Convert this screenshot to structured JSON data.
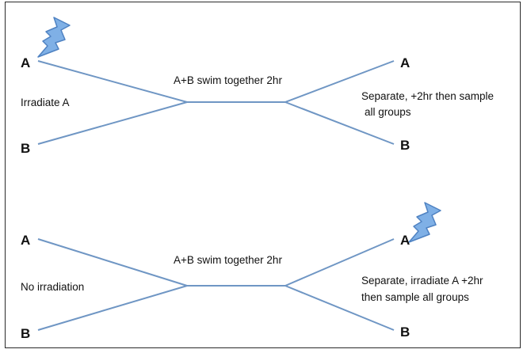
{
  "colors": {
    "line": "#6f96c4",
    "bolt_fill": "#7fb0e6",
    "bolt_stroke": "#4f82c2",
    "text": "#111111",
    "border": "#2a2a2a"
  },
  "panel_top": {
    "left_a": "A",
    "left_b": "B",
    "left_note": "Irradiate A",
    "middle_note": "A+B swim together 2hr",
    "right_a": "A",
    "right_b": "B",
    "right_note_line1": "Separate, +2hr then sample",
    "right_note_line2": "all groups",
    "bolt_icon": "lightning-bolt-icon"
  },
  "panel_bottom": {
    "left_a": "A",
    "left_b": "B",
    "left_note": "No irradiation",
    "middle_note": "A+B swim together 2hr",
    "right_a": "A",
    "right_b": "B",
    "right_note_line1": "Separate, irradiate A +2hr",
    "right_note_line2": "then sample all groups",
    "bolt_icon": "lightning-bolt-icon"
  }
}
